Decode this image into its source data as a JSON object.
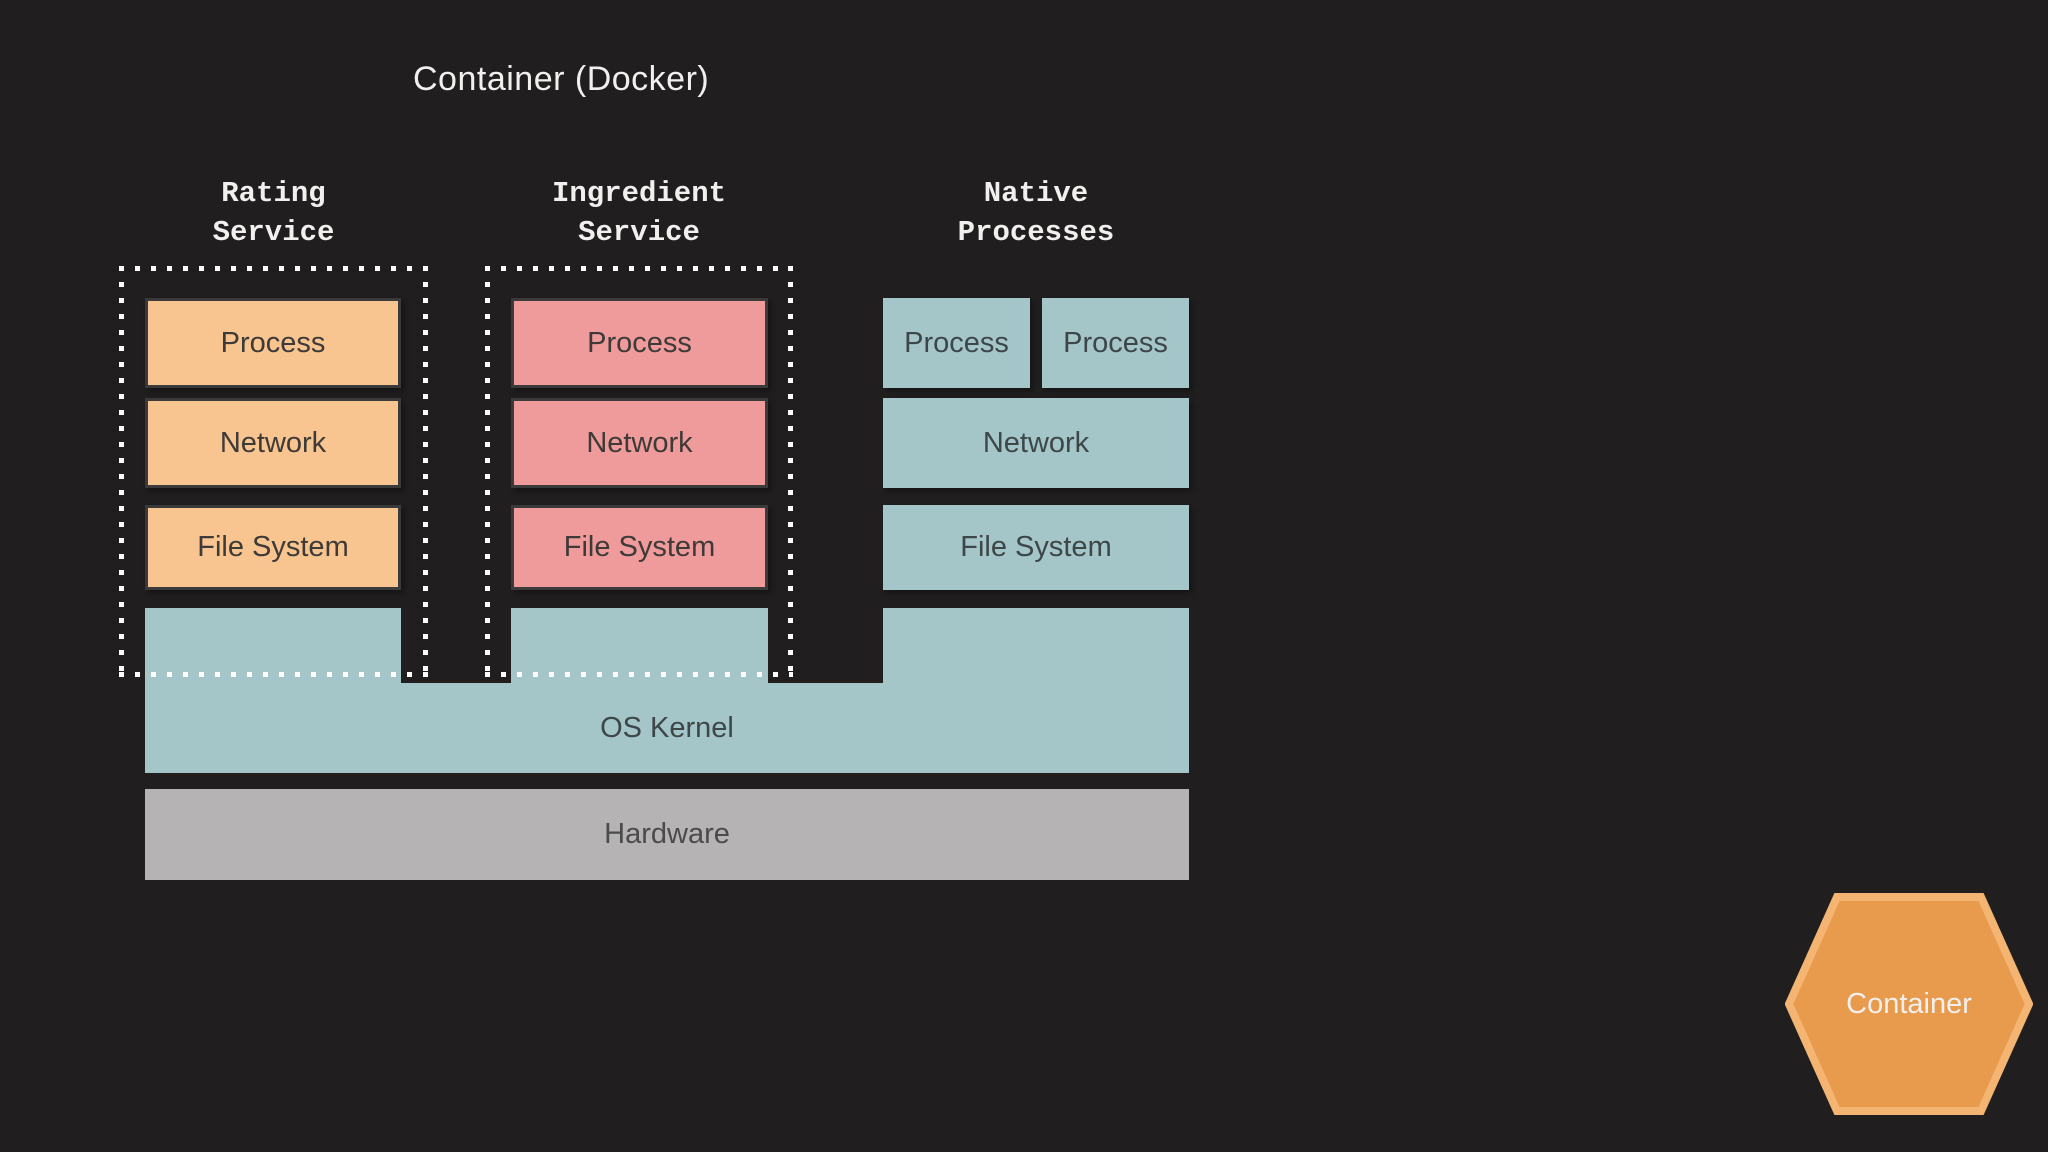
{
  "page": {
    "title": "Container (Docker)"
  },
  "columns": [
    {
      "name": "rating-service",
      "header": "Rating\nService",
      "dotted_boundary": true,
      "boxes": [
        "Process",
        "Network",
        "File System"
      ]
    },
    {
      "name": "ingredient-service",
      "header": "Ingredient\nService",
      "dotted_boundary": true,
      "boxes": [
        "Process",
        "Network",
        "File System"
      ]
    },
    {
      "name": "native-processes",
      "header": "Native\nProcesses",
      "dotted_boundary": false,
      "boxes": [
        "Process",
        "Process",
        "Network",
        "File System"
      ]
    }
  ],
  "layers": {
    "os_kernel": "OS Kernel",
    "hardware": "Hardware"
  },
  "legend": {
    "hexagon_label": "Container"
  },
  "colors": {
    "background": "#201e1e",
    "rating_box": "#f8c48f",
    "ingredient_box": "#ef9a9b",
    "native_box": "#a5c6c9",
    "os_kernel": "#a5c6c9",
    "hardware": "#b5b3b3",
    "hexagon_fill": "#e89b4d",
    "hexagon_border": "#f3b571",
    "dotted_border": "#ffffff",
    "box_text": "#3e3a38",
    "teal_text": "#3d4649",
    "hardware_text": "#4b4b4b",
    "light_text": "#f2f0ee"
  }
}
